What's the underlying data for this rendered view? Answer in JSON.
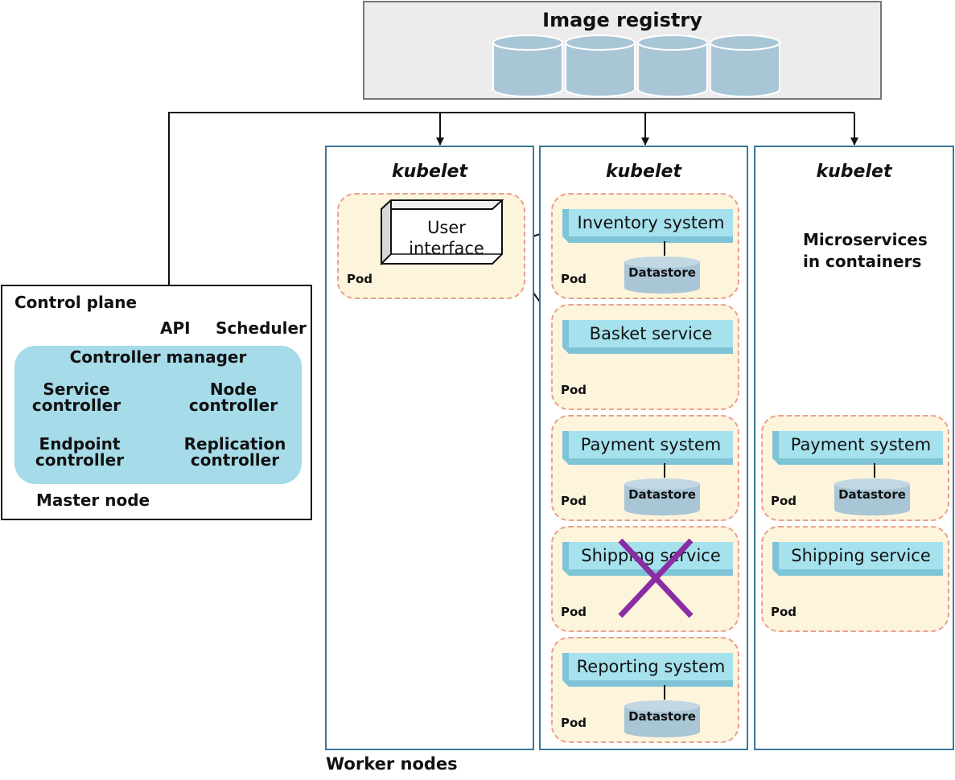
{
  "registry": {
    "title": "Image registry"
  },
  "control_plane": {
    "title": "Control plane",
    "api": "API",
    "scheduler": "Scheduler",
    "controller_manager": {
      "title": "Controller manager",
      "service_controller": [
        "Service",
        "controller"
      ],
      "node_controller": [
        "Node",
        "controller"
      ],
      "endpoint_controller": [
        "Endpoint",
        "controller"
      ],
      "replication_controller": [
        "Replication",
        "controller"
      ]
    },
    "master_node": "Master node"
  },
  "worker_nodes": {
    "label": "Worker nodes",
    "kubelet": "kubelet",
    "pod_label": "Pod",
    "datastore_label": "Datastore",
    "ui": [
      "User",
      "interface"
    ],
    "node2_services": [
      "Inventory system",
      "Basket service",
      "Payment system",
      "Shipping service",
      "Reporting system"
    ],
    "node3_services": [
      "Payment system",
      "Shipping service"
    ]
  },
  "annotation": {
    "microservices": [
      "Microservices",
      "in containers"
    ]
  },
  "colors": {
    "node_border": "#3b7897",
    "pod_fill": "#fdf4dc",
    "pod_border": "#eaa090",
    "service_fill": "#a6e2ee",
    "datastore_fill": "#a9c6d6",
    "controller_fill": "#a6dbe9",
    "failure_cross": "#8a2da3"
  }
}
